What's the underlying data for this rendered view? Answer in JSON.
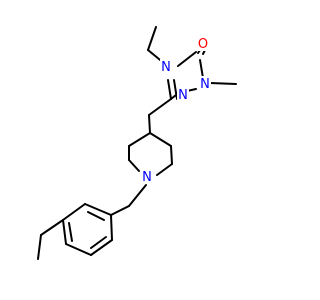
{
  "colors": {
    "bond": "#000000",
    "nitrogen": "#0000ff",
    "oxygen": "#ff0000",
    "background": "#ffffff"
  },
  "atoms": {
    "n4": "N",
    "o1": "O",
    "n2": "N",
    "n3": "N",
    "n_pip": "N"
  }
}
